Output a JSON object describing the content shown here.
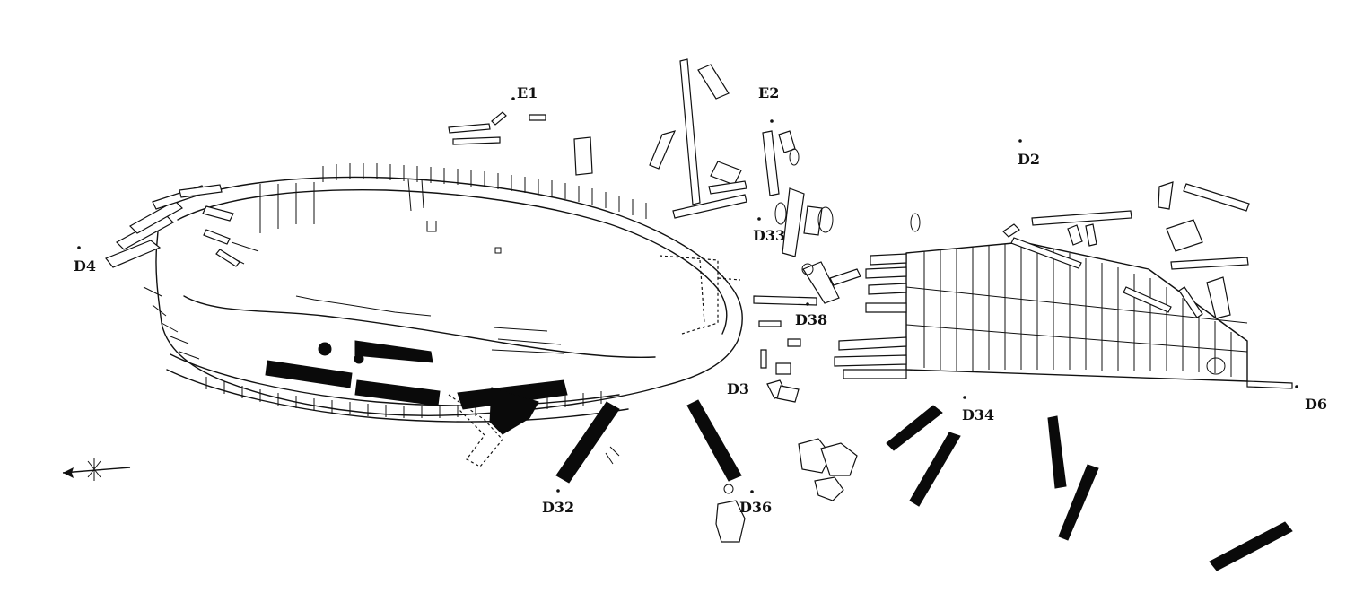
{
  "labels": {
    "e1": "E1",
    "e2": "E2",
    "d2": "D2",
    "d4": "D4",
    "d6": "D6",
    "d32": "D32",
    "d33": "D33",
    "d34": "D34",
    "d35": "D3",
    "d36": "D36",
    "d38": "D38"
  },
  "north_arrow_icon": "north-arrow-icon",
  "colors": {
    "ink": "#111111",
    "background": "#ffffff"
  }
}
